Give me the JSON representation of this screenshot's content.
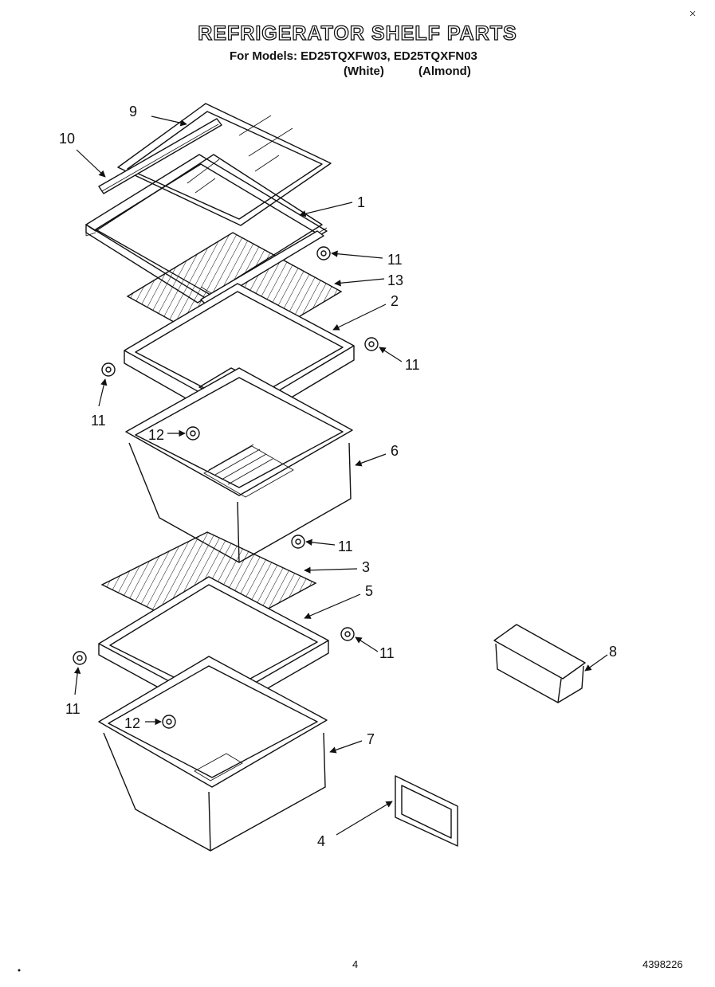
{
  "header": {
    "title": "REFRIGERATOR SHELF PARTS",
    "models_line": "For Models: ED25TQXFW03, ED25TQXFN03",
    "variant_1": "(White)",
    "variant_2": "(Almond)"
  },
  "callouts": {
    "c1": "1",
    "c2": "2",
    "c3": "3",
    "c4": "4",
    "c5": "5",
    "c6": "6",
    "c7": "7",
    "c8": "8",
    "c9": "9",
    "c10": "10",
    "c11a": "11",
    "c11b": "11",
    "c11c": "11",
    "c11d": "11",
    "c11e": "11",
    "c11f": "11",
    "c12a": "12",
    "c12b": "12",
    "c13": "13"
  },
  "footer": {
    "page_number": "4",
    "document_number": "4398226"
  }
}
